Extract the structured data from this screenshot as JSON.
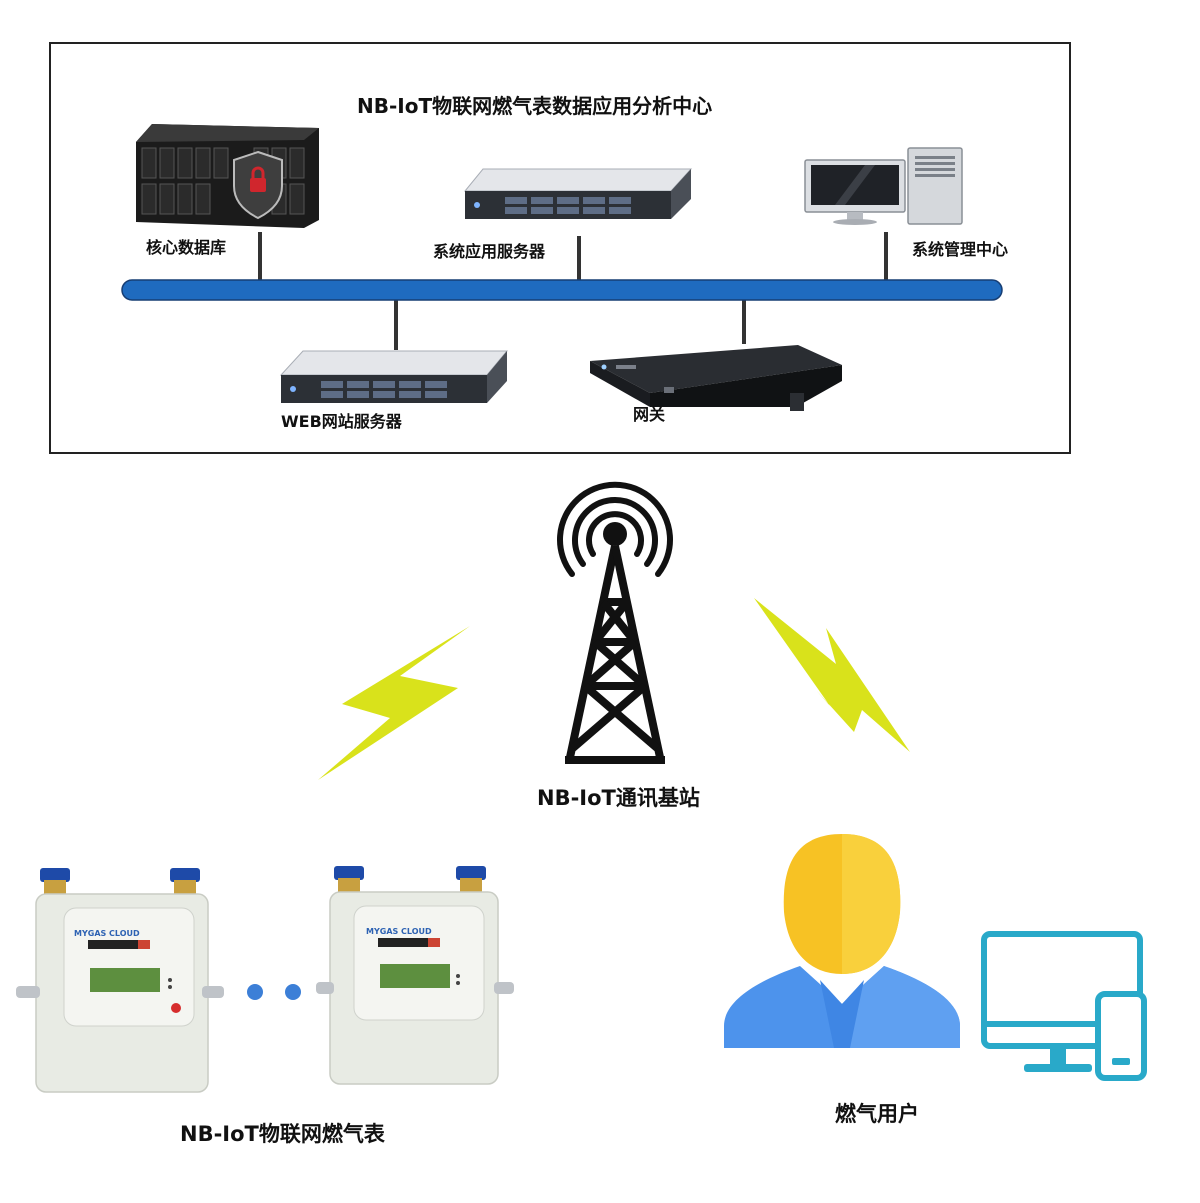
{
  "center": {
    "title": "NB-IoT物联网燃气表数据应用分析中心",
    "core_db": "核心数据库",
    "app_server": "系统应用服务器",
    "mgmt_center": "系统管理中心",
    "web_server": "WEB网站服务器",
    "gateway": "网关"
  },
  "station": {
    "label": "NB-IoT通讯基站"
  },
  "meters": {
    "label": "NB-IoT物联网燃气表",
    "brand": "MYGAS CLOUD"
  },
  "user": {
    "label": "燃气用户"
  },
  "colors": {
    "bus": "#1f6bbf",
    "lightning": "#d9e21b",
    "user_head": "#f7c224",
    "user_body": "#4d93ec",
    "device": "#29a9c9"
  }
}
